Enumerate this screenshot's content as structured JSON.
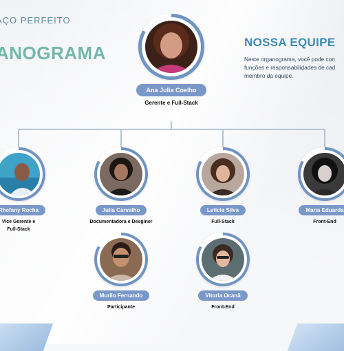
{
  "brand": "AÇO PERFEITO",
  "title": "ANOGRAMA",
  "team": {
    "heading": "NOSSA EQUIPE",
    "description": "Neste organograma, você pode con funções e responsabilidades de cad membro da equipe."
  },
  "leader": {
    "name": "Ana Julia Coelho",
    "role": "Gerente e Full-Stack"
  },
  "members": [
    {
      "name": "Rhefany Rocha",
      "role": "Vice Gerente e Full-Stack"
    },
    {
      "name": "Julia Carvalho",
      "role": "Documentadora e Desginer"
    },
    {
      "name": "Leticia Silva",
      "role": "Full-Stack"
    },
    {
      "name": "Maria Eduarda",
      "role": "Front-End"
    },
    {
      "name": "Murilo Fernando",
      "role": "Participante"
    },
    {
      "name": "Vitoria Ocanã",
      "role": "Front-End"
    }
  ],
  "colors": {
    "ring": "#6f93c2",
    "pill": "#7a97c9",
    "title": "#74b6ac",
    "heading": "#3f8ab3",
    "connector": "#9fb3cc"
  }
}
